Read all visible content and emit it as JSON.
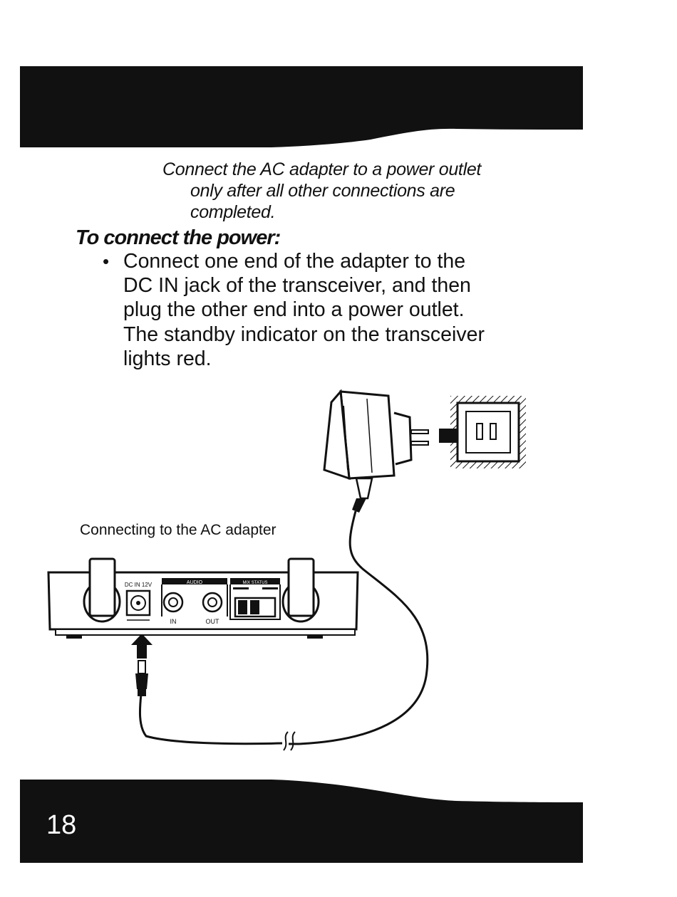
{
  "note": {
    "line1": "Connect the AC adapter to a power outlet",
    "line2": "only after all other connections are",
    "line3": "completed."
  },
  "heading": "To connect the power:",
  "bullet": {
    "line1": "Connect one end of the adapter to the",
    "line2": "DC IN jack of the transceiver, and then",
    "line3": "plug the other end into a power outlet.",
    "line4": "The standby indicator on the transceiver",
    "line5": "lights red."
  },
  "figure": {
    "caption": "Connecting to the AC adapter",
    "dc_in_label": "DC IN 12V",
    "audio_label": "AUDIO",
    "audio_in_label": "IN",
    "audio_out_label": "OUT",
    "mix_label": "MIX STATUS"
  },
  "page_number": "18",
  "colors": {
    "band": "#111111",
    "text": "#111111",
    "background": "#ffffff"
  },
  "icons": [
    "bullet-dot",
    "power-outlet-icon",
    "ac-adapter-icon",
    "dc-plug-icon",
    "insert-arrow-icon"
  ]
}
